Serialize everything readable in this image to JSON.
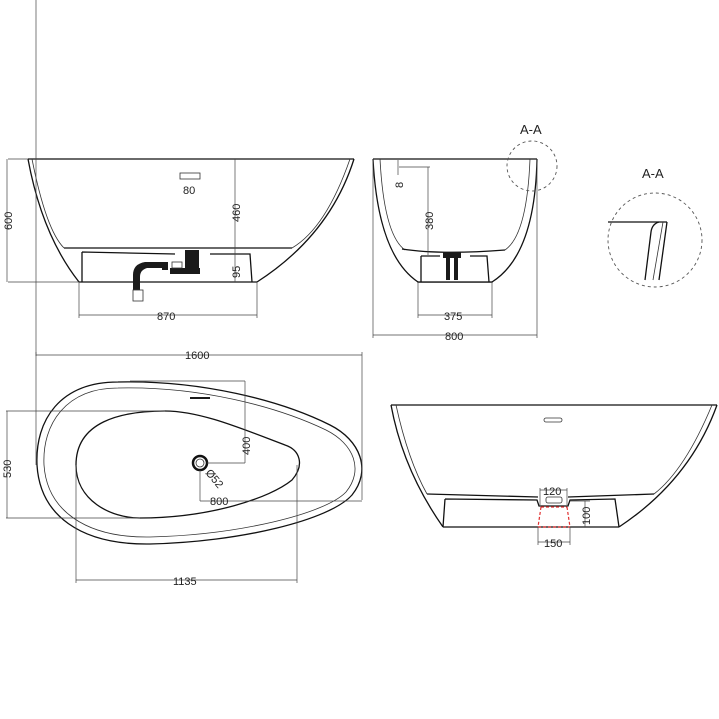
{
  "drawing": {
    "front_view": {
      "overall_height": "600",
      "inner_depth": "460",
      "overflow_width": "80",
      "base_height": "95",
      "base_width": "870"
    },
    "side_view": {
      "rim_thickness": "8",
      "inner_depth": "380",
      "base_width": "375",
      "overall_width": "800",
      "section_label": "A-A"
    },
    "detail_view": {
      "section_label": "A-A"
    },
    "top_view": {
      "overall_length": "1600",
      "overall_width": "530",
      "drain_offset_y": "400",
      "drain_diameter": "Ø52",
      "drain_offset_x": "800",
      "inner_length": "1135"
    },
    "rear_view": {
      "notch_top_width": "120",
      "notch_height": "100",
      "notch_bottom_width": "150"
    }
  }
}
